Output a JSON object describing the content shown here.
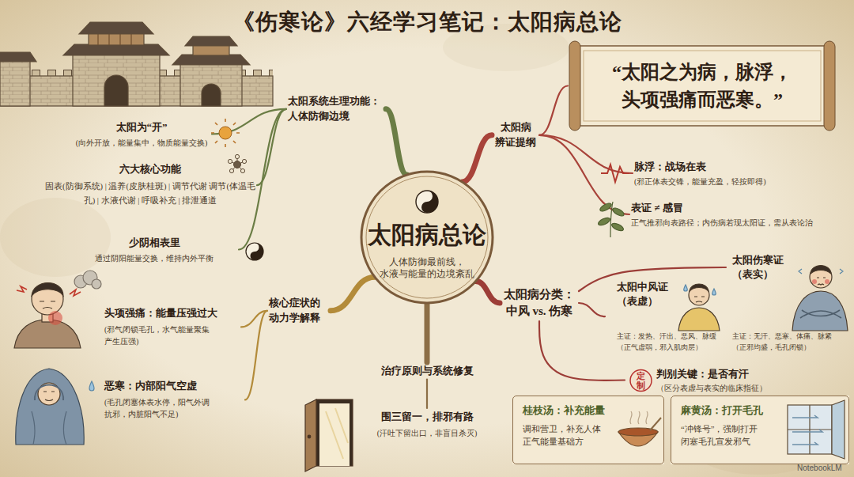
{
  "diagram": {
    "title": "《伤寒论》六经学习笔记：太阳病总论",
    "nodes": [
      {
        "text": [
          "太阳病总论",
          "人体防御最前线， 水液与能量的边境紊乱"
        ]
      },
      {
        "text": [
          "太阳系统生理功能： 人体防御边境"
        ]
      },
      {
        "text": [
          "太阳为“开”",
          "(向外开放，能量集中，物质能量交换)"
        ]
      },
      {
        "text": [
          "六大核心功能",
          "固表(防御系统) | 温养(皮肤桂斑) | 调节代谢 调节(体温毛孔) | 水液代谢 | 呼吸补充 | 排泄通道"
        ]
      },
      {
        "text": [
          "少阴相表里",
          "通过阴阳能量交换，维持内外平衡"
        ]
      },
      {
        "text": [
          "核心症状的 动力学解释"
        ]
      },
      {
        "text": [
          "头项强痛：能量压强过大",
          "(邪气闭锁毛孔，水气能量聚集 产生压强)"
        ]
      },
      {
        "text": [
          "恶寒：内部阳气空虚",
          "(毛孔闭塞体表水停，阳气外调 抗邪，内脏阳气不足)"
        ]
      },
      {
        "text": [
          "治疗原则与系统修复"
        ]
      },
      {
        "text": [
          "围三留一，排邪有路",
          "(汗吐下留出口，非盲目杀灭)"
        ]
      },
      {
        "text": [
          "太阳病 辨证提纲"
        ]
      },
      {
        "text": [
          "“太阳之为病，脉浮， 头项强痛而恶寒。”"
        ]
      },
      {
        "text": [
          "脉浮：战场在表",
          "(邪正体表交锋，能量充盈，轻按即得)"
        ]
      },
      {
        "text": [
          "表证 ≠ 感冒",
          "正气推邪向表路径；内伤病若现太阳证，需从表论治"
        ]
      },
      {
        "text": [
          "太阳病分类： 中风 vs. 伤寒"
        ]
      },
      {
        "text": [
          "太阳中风证 （表虚）",
          "主证：发热、汗出、恶风、脉缓 （正气虚弱，邪入肌肉层）"
        ]
      },
      {
        "text": [
          "太阳伤寒证 （表实）",
          "主证：无汗、恶寒、体痛、脉紧 （正邪均盛，毛孔闭锁）"
        ]
      },
      {
        "text": [
          "判别关键：是否有汗",
          "（区分表虚与表实的临床指征）"
        ]
      },
      {
        "text": [
          "桂枝汤：补充能量",
          "调和营卫，补充人体 正气能量基础方"
        ]
      },
      {
        "text": [
          "麻黄汤：打开毛孔",
          "“冲锋号”，强制打开 闭塞毛孔宣发邪气"
        ]
      }
    ],
    "edges": [
      {
        "from": 0,
        "to": 1,
        "arrow": "none"
      },
      {
        "from": 0,
        "to": 5,
        "arrow": "none"
      },
      {
        "from": 0,
        "to": 8,
        "arrow": "none"
      },
      {
        "from": 0,
        "to": 10,
        "arrow": "none"
      },
      {
        "from": 0,
        "to": 14,
        "arrow": "none"
      },
      {
        "from": 1,
        "to": 2,
        "arrow": "none"
      },
      {
        "from": 1,
        "to": 3,
        "arrow": "none"
      },
      {
        "from": 1,
        "to": 4,
        "arrow": "none"
      },
      {
        "from": 5,
        "to": 6,
        "arrow": "none"
      },
      {
        "from": 5,
        "to": 7,
        "arrow": "none"
      },
      {
        "from": 8,
        "to": 9,
        "arrow": "none"
      },
      {
        "from": 10,
        "to": 11,
        "arrow": "none"
      },
      {
        "from": 10,
        "to": 12,
        "arrow": "none"
      },
      {
        "from": 10,
        "to": 13,
        "arrow": "none"
      },
      {
        "from": 14,
        "to": 15,
        "arrow": "none"
      },
      {
        "from": 14,
        "to": 16,
        "arrow": "none"
      },
      {
        "from": 14,
        "to": 17,
        "arrow": "none"
      }
    ],
    "labels": [
      "定制",
      "NotebookLM"
    ]
  }
}
